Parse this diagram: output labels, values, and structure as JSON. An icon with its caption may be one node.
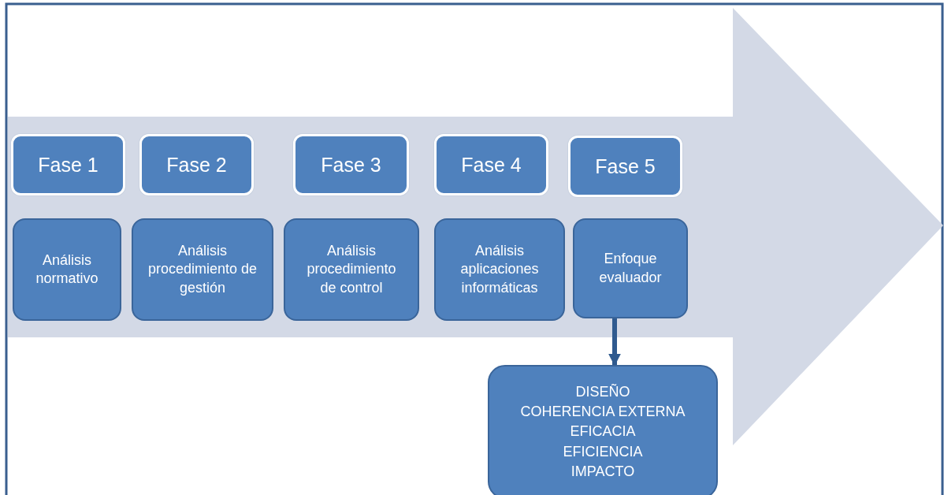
{
  "diagram": {
    "nodes": [
      {
        "text": [
          "Fase 1"
        ]
      },
      {
        "text": [
          "Fase 2"
        ]
      },
      {
        "text": [
          "Fase 3"
        ]
      },
      {
        "text": [
          "Fase 4"
        ]
      },
      {
        "text": [
          "Fase 5"
        ]
      },
      {
        "text": [
          "Análisis normativo"
        ]
      },
      {
        "text": [
          "Análisis procedimiento de gestión"
        ]
      },
      {
        "text": [
          "Análisis procedimiento de control"
        ]
      },
      {
        "text": [
          "Análisis aplicaciones informáticas"
        ]
      },
      {
        "text": [
          "Enfoque evaluador"
        ]
      },
      {
        "text": [
          "DISEÑO",
          "COHERENCIA EXTERNA",
          "EFICACIA",
          "EFICIENCIA",
          "IMPACTO"
        ]
      }
    ],
    "edges": [
      {
        "from": 9,
        "to": 10,
        "arrow": "to"
      }
    ]
  }
}
